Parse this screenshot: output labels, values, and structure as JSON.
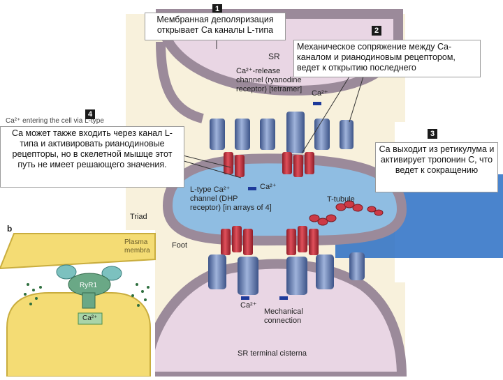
{
  "callouts": {
    "c1": {
      "num": "1",
      "text": "Мембранная деполяризация открывает Ca каналы L-типа"
    },
    "c2": {
      "num": "2",
      "text": "Механическое сопряжение между Ca-каналом и рианодиновым рецептором, ведет к открытию последнего"
    },
    "c3": {
      "num": "3",
      "text": "Ca выходит из ретикулума и активирует тропонин С, что ведет к сокращению"
    },
    "c4": {
      "num": "4",
      "text": "Ca может также входить через канал L-типа и активировать рианодиновые рецепторы, но в скелетной мышце этот путь не имеет решающего значения."
    }
  },
  "labels": {
    "sr": "SR",
    "ca_release": "Ca²⁺-release",
    "ca_release_2": "channel (ryanodine",
    "ca_release_3": "receptor) [tetramer]",
    "ca_top": "Ca²⁺",
    "ltype_1": "L-type Ca²⁺",
    "ltype_2": "channel (DHP",
    "ltype_3": "receptor) [in arrays of 4]",
    "ca_mid": "Ca²⁺",
    "ttubule": "T-tubule",
    "triad": "Triad",
    "foot": "Foot",
    "ca_bottom": "Ca²⁺",
    "mech_1": "Mechanical",
    "mech_2": "connection",
    "sr_terminal": "SR terminal cisterna",
    "panel_b": "b",
    "plasma_1": "Plasma",
    "plasma_2": "membra",
    "ryr": "RyR1",
    "ca_b": "Ca²⁺",
    "hidden_text": "Ca²⁺ entering the cell via L-type"
  },
  "colors": {
    "membrane": "#9b8a9a",
    "tubule_fill": "#7fb0d8",
    "sr_fill": "#e4cfe0",
    "ltype": "#cc3a46",
    "ryr": "#6f86b8",
    "ion": "#1e3a9a",
    "cytosol": "#f7efd6",
    "panel_b_yellow": "#f4dc74"
  }
}
